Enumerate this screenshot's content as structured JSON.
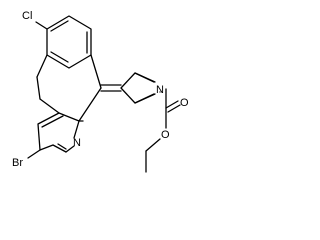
{
  "atoms": {
    "cl": "Cl",
    "n_pyridine": "N",
    "n_piperidine": "N",
    "br": "Br",
    "o_carbonyl": "O",
    "o_ester": "O"
  },
  "colors": {
    "bond": "#000000",
    "background": "#ffffff"
  }
}
